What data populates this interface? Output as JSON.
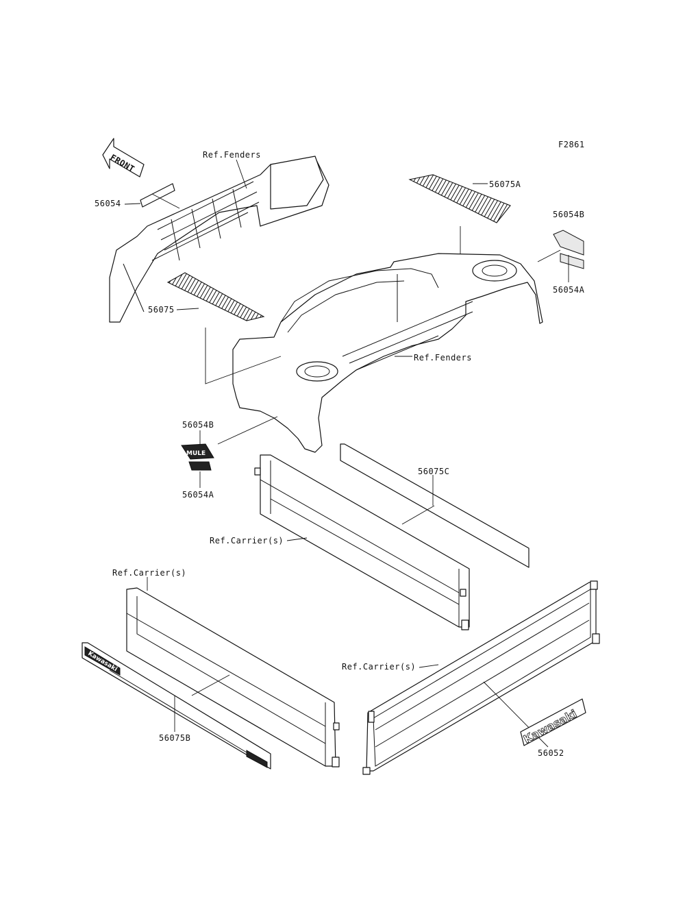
{
  "figure_code": "F2861",
  "front_arrow_text": "FRONT",
  "labels": {
    "ref_fenders_top": "Ref.Fenders",
    "ref_fenders_mid": "Ref.Fenders",
    "ref_carrier_mid": "Ref.Carrier(s)",
    "ref_carrier_left": "Ref.Carrier(s)",
    "ref_carrier_right": "Ref.Carrier(s)",
    "p56054": "56054",
    "p56075A": "56075A",
    "p56054B_right": "56054B",
    "p56054A_right": "56054A",
    "p56075": "56075",
    "p56054B_left": "56054B",
    "p56054A_left": "56054A",
    "p56075C": "56075C",
    "p56075B": "56075B",
    "p56052": "56052"
  },
  "decal_texts": {
    "kawasaki_emblem": "Kawasaki",
    "kawasaki_side": "Kawasaki",
    "mule_badge": "MULE"
  },
  "colors": {
    "line": "#111111",
    "background": "#ffffff"
  }
}
